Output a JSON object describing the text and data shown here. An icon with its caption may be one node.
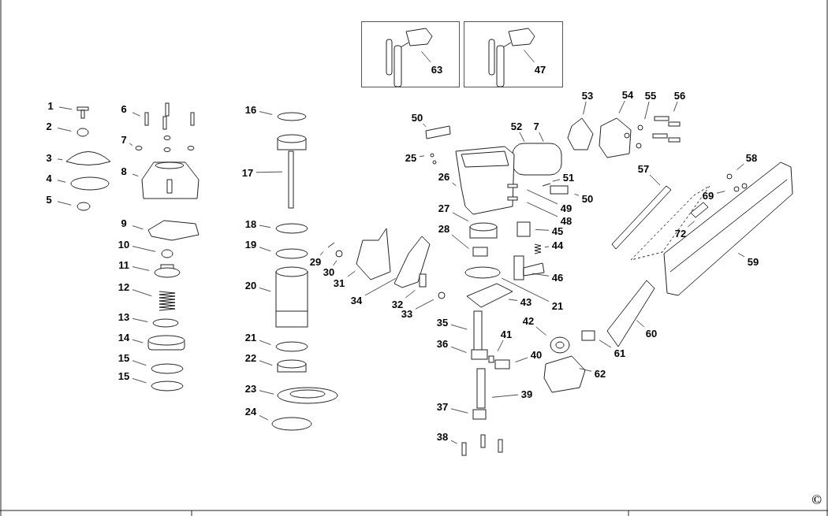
{
  "diagram": {
    "nodes": [
      {
        "text": [],
        "shape": "box"
      },
      {
        "text": [
          "63"
        ],
        "in": 0
      },
      {
        "text": [],
        "shape": "box"
      },
      {
        "text": [
          "47"
        ],
        "in": 2
      },
      {
        "text": [
          "1"
        ]
      },
      {
        "text": [
          "2"
        ]
      },
      {
        "text": [
          "3"
        ]
      },
      {
        "text": [
          "4"
        ]
      },
      {
        "text": [
          "5"
        ]
      },
      {
        "text": [
          "6"
        ]
      },
      {
        "text": [
          "7"
        ]
      },
      {
        "text": [
          "8"
        ]
      },
      {
        "text": [
          "9"
        ]
      },
      {
        "text": [
          "10"
        ]
      },
      {
        "text": [
          "11"
        ]
      },
      {
        "text": [
          "12"
        ]
      },
      {
        "text": [
          "13"
        ]
      },
      {
        "text": [
          "14"
        ]
      },
      {
        "text": [
          "15"
        ]
      },
      {
        "text": [
          "15"
        ]
      },
      {
        "text": [
          "16"
        ]
      },
      {
        "text": [
          "17"
        ]
      },
      {
        "text": [
          "18"
        ]
      },
      {
        "text": [
          "19"
        ]
      },
      {
        "text": [
          "20"
        ]
      },
      {
        "text": [
          "21"
        ]
      },
      {
        "text": [
          "22"
        ]
      },
      {
        "text": [
          "23"
        ]
      },
      {
        "text": [
          "24"
        ]
      },
      {
        "text": [
          "29"
        ]
      },
      {
        "text": [
          "30"
        ]
      },
      {
        "text": [
          "31"
        ]
      },
      {
        "text": [
          "34"
        ]
      },
      {
        "text": [
          "32"
        ]
      },
      {
        "text": [
          "33"
        ]
      },
      {
        "text": [
          "50"
        ]
      },
      {
        "text": [
          "25"
        ]
      },
      {
        "text": [
          "26"
        ]
      },
      {
        "text": [
          "27"
        ]
      },
      {
        "text": [
          "28"
        ]
      },
      {
        "text": [
          "35"
        ]
      },
      {
        "text": [
          "36"
        ]
      },
      {
        "text": [
          "37"
        ]
      },
      {
        "text": [
          "38"
        ]
      },
      {
        "text": [
          "52"
        ]
      },
      {
        "text": [
          "7"
        ]
      },
      {
        "text": [
          "53"
        ]
      },
      {
        "text": [
          "54"
        ]
      },
      {
        "text": [
          "55"
        ]
      },
      {
        "text": [
          "56"
        ]
      },
      {
        "text": [
          "51"
        ]
      },
      {
        "text": [
          "49"
        ]
      },
      {
        "text": [
          "48"
        ]
      },
      {
        "text": [
          "50"
        ]
      },
      {
        "text": [
          "45"
        ]
      },
      {
        "text": [
          "44"
        ]
      },
      {
        "text": [
          "46"
        ]
      },
      {
        "text": [
          "21"
        ]
      },
      {
        "text": [
          "43"
        ]
      },
      {
        "text": [
          "42"
        ]
      },
      {
        "text": [
          "41"
        ]
      },
      {
        "text": [
          "40"
        ]
      },
      {
        "text": [
          "39"
        ]
      },
      {
        "text": [
          "57"
        ]
      },
      {
        "text": [
          "58"
        ]
      },
      {
        "text": [
          "69"
        ]
      },
      {
        "text": [
          "72"
        ]
      },
      {
        "text": [
          "59"
        ]
      },
      {
        "text": [
          "60"
        ]
      },
      {
        "text": [
          "61"
        ]
      },
      {
        "text": [
          "62"
        ]
      }
    ],
    "edges": [
      {
        "from": 1,
        "to": null,
        "arrow": "none"
      },
      {
        "from": 3,
        "to": null,
        "arrow": "none"
      },
      {
        "from": 4,
        "to": null,
        "arrow": "none"
      },
      {
        "from": 5,
        "to": null,
        "arrow": "none"
      },
      {
        "from": 6,
        "to": null,
        "arrow": "none"
      },
      {
        "from": 7,
        "to": null,
        "arrow": "none"
      },
      {
        "from": 8,
        "to": null,
        "arrow": "none"
      },
      {
        "from": 9,
        "to": null,
        "arrow": "none"
      },
      {
        "from": 10,
        "to": null,
        "arrow": "none"
      },
      {
        "from": 11,
        "to": null,
        "arrow": "none"
      },
      {
        "from": 12,
        "to": null,
        "arrow": "none"
      },
      {
        "from": 13,
        "to": null,
        "arrow": "none"
      },
      {
        "from": 14,
        "to": null,
        "arrow": "none"
      },
      {
        "from": 15,
        "to": null,
        "arrow": "none"
      },
      {
        "from": 16,
        "to": null,
        "arrow": "none"
      },
      {
        "from": 17,
        "to": null,
        "arrow": "none"
      },
      {
        "from": 18,
        "to": null,
        "arrow": "none"
      },
      {
        "from": 19,
        "to": null,
        "arrow": "none"
      },
      {
        "from": 20,
        "to": null,
        "arrow": "none"
      },
      {
        "from": 21,
        "to": null,
        "arrow": "none"
      },
      {
        "from": 22,
        "to": null,
        "arrow": "none"
      },
      {
        "from": 23,
        "to": null,
        "arrow": "none"
      },
      {
        "from": 24,
        "to": null,
        "arrow": "none"
      },
      {
        "from": 25,
        "to": null,
        "arrow": "none"
      },
      {
        "from": 26,
        "to": null,
        "arrow": "none"
      },
      {
        "from": 27,
        "to": null,
        "arrow": "none"
      },
      {
        "from": 28,
        "to": null,
        "arrow": "none"
      },
      {
        "from": 29,
        "to": null,
        "arrow": "none"
      },
      {
        "from": 30,
        "to": null,
        "arrow": "none"
      },
      {
        "from": 31,
        "to": null,
        "arrow": "none"
      },
      {
        "from": 32,
        "to": null,
        "arrow": "none"
      },
      {
        "from": 33,
        "to": null,
        "arrow": "none"
      },
      {
        "from": 34,
        "to": null,
        "arrow": "none"
      },
      {
        "from": 35,
        "to": null,
        "arrow": "none"
      },
      {
        "from": 36,
        "to": null,
        "arrow": "none"
      },
      {
        "from": 37,
        "to": null,
        "arrow": "none"
      },
      {
        "from": 38,
        "to": null,
        "arrow": "none"
      },
      {
        "from": 39,
        "to": null,
        "arrow": "none"
      },
      {
        "from": 40,
        "to": null,
        "arrow": "none"
      },
      {
        "from": 41,
        "to": null,
        "arrow": "none"
      },
      {
        "from": 42,
        "to": null,
        "arrow": "none"
      },
      {
        "from": 43,
        "to": null,
        "arrow": "none"
      },
      {
        "from": 44,
        "to": null,
        "arrow": "none"
      },
      {
        "from": 45,
        "to": null,
        "arrow": "none"
      },
      {
        "from": 46,
        "to": null,
        "arrow": "none"
      },
      {
        "from": 47,
        "to": null,
        "arrow": "none"
      },
      {
        "from": 48,
        "to": null,
        "arrow": "none"
      },
      {
        "from": 49,
        "to": null,
        "arrow": "none"
      },
      {
        "from": 50,
        "to": null,
        "arrow": "none"
      },
      {
        "from": 51,
        "to": null,
        "arrow": "none"
      },
      {
        "from": 52,
        "to": null,
        "arrow": "none"
      },
      {
        "from": 53,
        "to": null,
        "arrow": "none"
      },
      {
        "from": 54,
        "to": null,
        "arrow": "none"
      },
      {
        "from": 55,
        "to": null,
        "arrow": "none"
      },
      {
        "from": 56,
        "to": null,
        "arrow": "none"
      },
      {
        "from": 57,
        "to": null,
        "arrow": "none"
      },
      {
        "from": 58,
        "to": null,
        "arrow": "none"
      },
      {
        "from": 59,
        "to": null,
        "arrow": "none"
      },
      {
        "from": 60,
        "to": null,
        "arrow": "none"
      },
      {
        "from": 61,
        "to": null,
        "arrow": "none"
      },
      {
        "from": 62,
        "to": null,
        "arrow": "none"
      },
      {
        "from": 63,
        "to": null,
        "arrow": "none"
      },
      {
        "from": 64,
        "to": null,
        "arrow": "none"
      },
      {
        "from": 65,
        "to": null,
        "arrow": "none"
      },
      {
        "from": 66,
        "to": null,
        "arrow": "none"
      },
      {
        "from": 67,
        "to": null,
        "arrow": "none"
      },
      {
        "from": 68,
        "to": null,
        "arrow": "none"
      },
      {
        "from": 69,
        "to": null,
        "arrow": "none"
      },
      {
        "from": 70,
        "to": null,
        "arrow": "none"
      }
    ],
    "labels": [
      "©"
    ]
  }
}
